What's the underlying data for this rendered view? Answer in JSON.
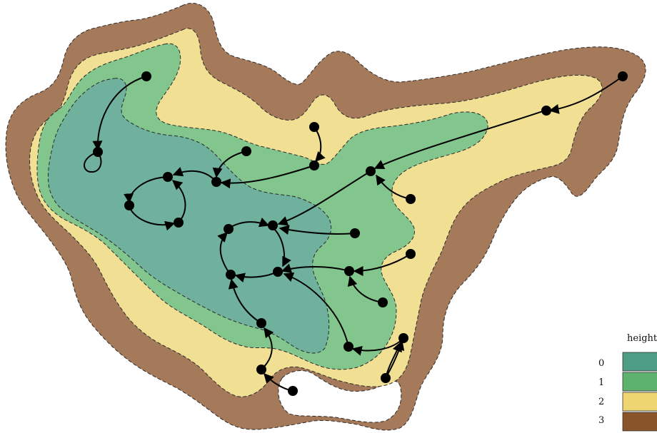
{
  "legend": {
    "title": "height",
    "levels": [
      {
        "label": "0",
        "color": "#4e9e86"
      },
      {
        "label": "1",
        "color": "#5db36e"
      },
      {
        "label": "2",
        "color": "#efd472"
      },
      {
        "label": "3",
        "color": "#8a542b"
      }
    ]
  },
  "map_colors": {
    "level_0": "#6fb19d",
    "level_1": "#83c68d",
    "level_2": "#f1df94",
    "level_3": "#a57a5a"
  }
}
